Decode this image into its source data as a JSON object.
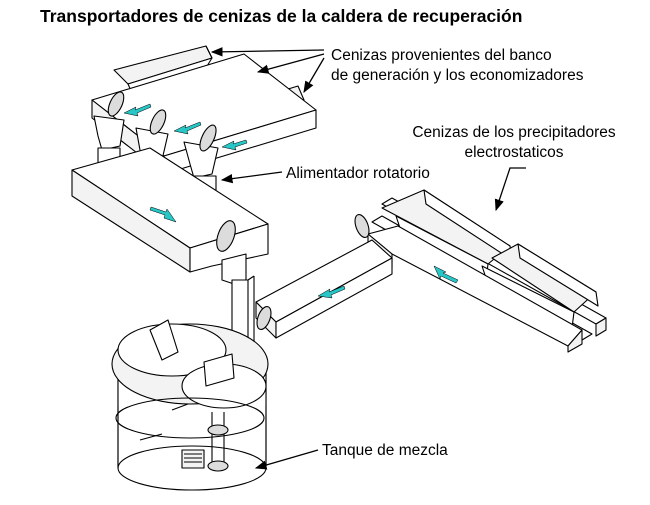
{
  "title": "Transportadores de cenizas de la caldera de recuperación",
  "labels": {
    "banco_line1": "Cenizas provenientes del banco",
    "banco_line2": "de generación y los economizadores",
    "precip_line1": "Cenizas de los precipitadores",
    "precip_line2": "electrostaticos",
    "alimentador": "Alimentador rotatorio",
    "tanque": "Tanque de mezcla"
  },
  "colors": {
    "flow_arrow": "#27c7c7",
    "line": "#000000",
    "background": "#ffffff"
  }
}
